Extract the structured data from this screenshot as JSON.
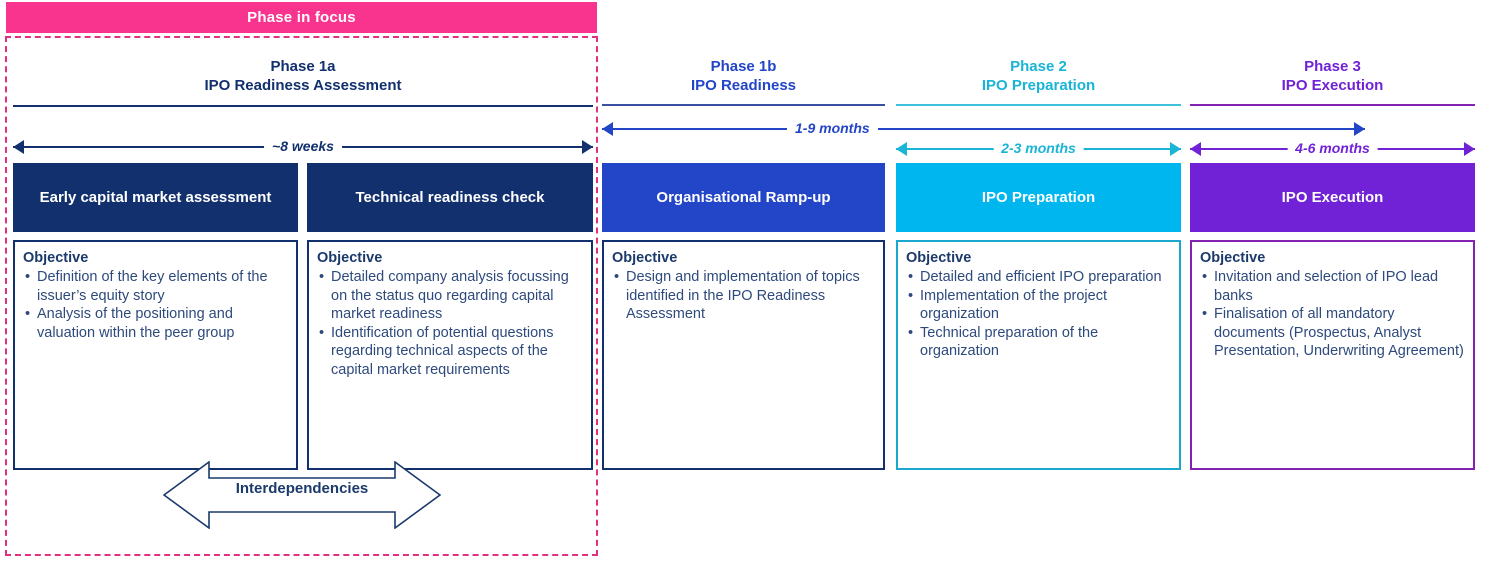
{
  "focus_banner": {
    "label": "Phase in focus",
    "color": "#f9348e"
  },
  "colors": {
    "navy": "#12306e",
    "royal_blue": "#2346c8",
    "cyan": "#00b6ef",
    "cyan_dark": "#19a7cd",
    "purple": "#7122d6",
    "purple_dark": "#8321b0",
    "text_navy": "#1b3a6b",
    "body_text": "#2e4a7d",
    "pink": "#e0317f"
  },
  "phases": [
    {
      "name": "Phase 1a",
      "subtitle": "IPO Readiness Assessment",
      "title_color": "#12306e",
      "rule_color": "#12306e"
    },
    {
      "name": "Phase 1b",
      "subtitle": "IPO Readiness",
      "title_color": "#2346c8",
      "rule_color": "#3b4fa0"
    },
    {
      "name": "Phase 2",
      "subtitle": "IPO Preparation",
      "title_color": "#19b4d6",
      "rule_color": "#3fc0dc"
    },
    {
      "name": "Phase 3",
      "subtitle": "IPO Execution",
      "title_color": "#7122d6",
      "rule_color": "#8321b0"
    }
  ],
  "durations": [
    {
      "label": "~8 weeks",
      "color": "#12306e"
    },
    {
      "label": "1-9 months",
      "color": "#2346c8"
    },
    {
      "label": "2-3 months",
      "color": "#19b4d6"
    },
    {
      "label": "4-6 months",
      "color": "#7122d6"
    }
  ],
  "workstreams": [
    {
      "header": "Early capital market assessment",
      "header_bg": "#12306e",
      "border": "#12306e",
      "objective_title": "Objective",
      "bullets": [
        "Definition of the key elements of the issuer’s equity story",
        "Analysis of the positioning and valuation within the peer group"
      ]
    },
    {
      "header": "Technical readiness check",
      "header_bg": "#12306e",
      "border": "#12306e",
      "objective_title": "Objective",
      "bullets": [
        "Detailed company analysis focussing on the status quo regarding capital market readiness",
        "Identification of potential questions regarding technical aspects of the capital market requirements"
      ]
    },
    {
      "header": "Organisational Ramp-up",
      "header_bg": "#2346c8",
      "border": "#12306e",
      "objective_title": "Objective",
      "bullets": [
        "Design and implementation of topics identified in the IPO Readiness Assessment"
      ]
    },
    {
      "header": "IPO Preparation",
      "header_bg": "#00b6ef",
      "border": "#19a7cd",
      "objective_title": "Objective",
      "bullets": [
        "Detailed and efficient IPO preparation",
        "Implementation of the project organization",
        "Technical preparation of the organization"
      ]
    },
    {
      "header": "IPO Execution",
      "header_bg": "#7122d6",
      "border": "#8321b0",
      "objective_title": "Objective",
      "bullets": [
        "Invitation and selection of IPO lead banks",
        "Finalisation of all mandatory documents (Prospectus, Analyst Presentation, Underwriting Agreement)"
      ]
    }
  ],
  "interdependencies": {
    "label": "Interdependencies",
    "color": "#1b3a6b"
  }
}
